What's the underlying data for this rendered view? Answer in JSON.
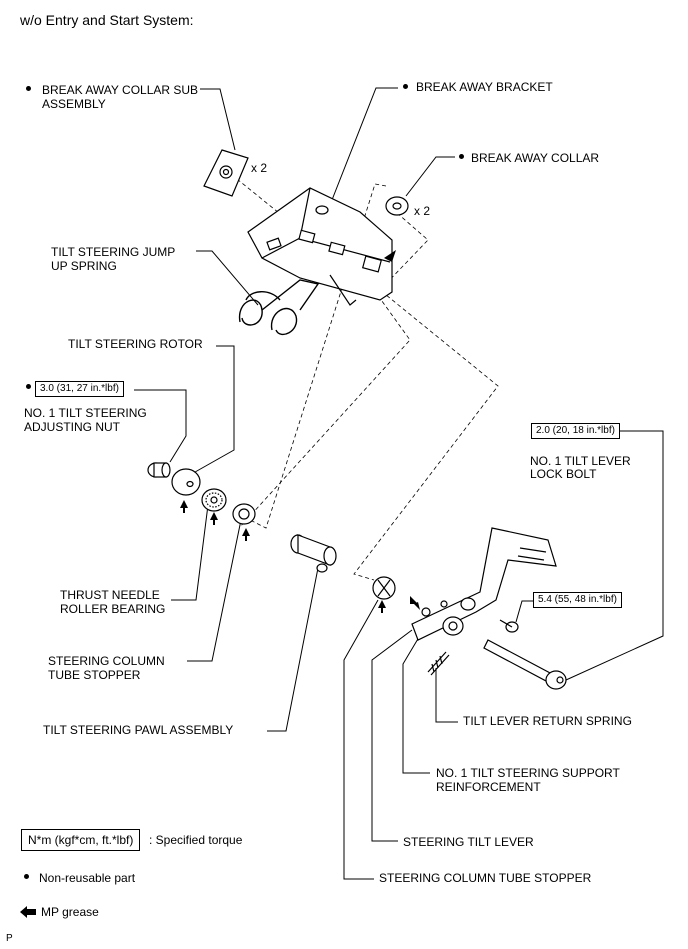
{
  "title": "w/o Entry and Start System:",
  "labels": {
    "break_away_collar_sub_1": "BREAK AWAY COLLAR SUB",
    "break_away_collar_sub_2": "ASSEMBLY",
    "break_away_bracket": "BREAK AWAY BRACKET",
    "break_away_collar": "BREAK AWAY COLLAR",
    "jump_spring_1": "TILT STEERING JUMP",
    "jump_spring_2": "UP SPRING",
    "rotor": "TILT STEERING ROTOR",
    "adj_nut_1": "NO. 1 TILT STEERING",
    "adj_nut_2": "ADJUSTING NUT",
    "lever_lock_bolt_1": "NO. 1 TILT LEVER",
    "lever_lock_bolt_2": "LOCK BOLT",
    "thrust_1": "THRUST NEEDLE",
    "thrust_2": "ROLLER BEARING",
    "stopper_left_1": "STEERING COLUMN",
    "stopper_left_2": "TUBE STOPPER",
    "pawl": "TILT STEERING PAWL ASSEMBLY",
    "return_spring": "TILT LEVER RETURN SPRING",
    "support_1": "NO. 1 TILT STEERING SUPPORT",
    "support_2": "REINFORCEMENT",
    "tilt_lever": "STEERING TILT LEVER",
    "stopper_bottom": "STEERING COLUMN TUBE STOPPER",
    "x2_a": "x 2",
    "x2_b": "x 2"
  },
  "torques": {
    "adj_nut": "3.0 (31, 27 in.*lbf)",
    "lock_bolt": "2.0 (20, 18 in.*lbf)",
    "bolt_54": "5.4 (55, 48 in.*lbf)"
  },
  "legend": {
    "torque_unit": "N*m (kgf*cm, ft.*lbf)",
    "torque_desc": ": Specified torque",
    "non_reusable": "Non-reusable part",
    "grease": "MP grease"
  },
  "footer_code": "P"
}
